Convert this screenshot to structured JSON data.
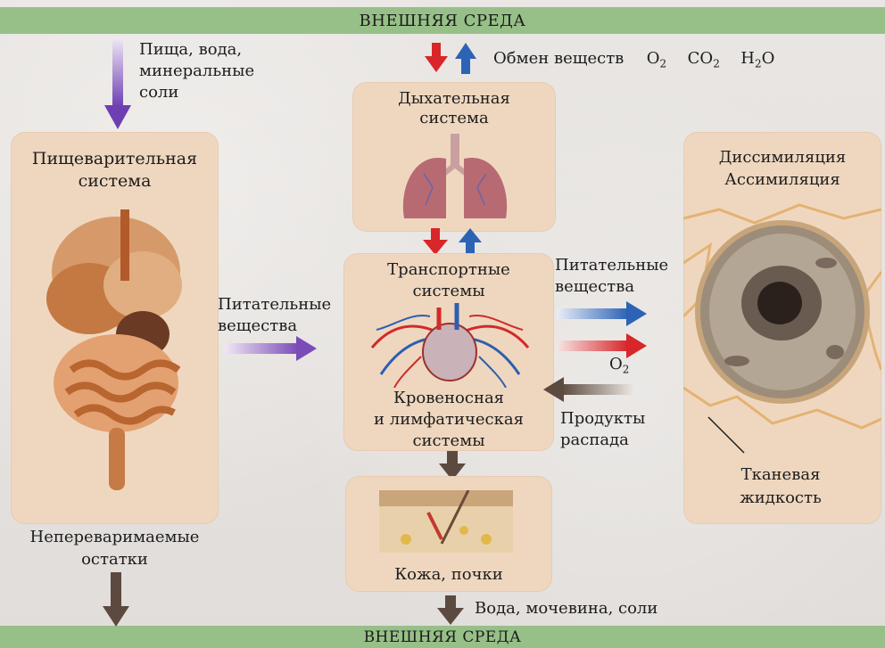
{
  "bands": {
    "top": "ВНЕШНЯЯ СРЕДА",
    "bottom": "ВНЕШНЯЯ СРЕДА"
  },
  "inputs": {
    "food_line1": "Пища, вода,",
    "food_line2": "минеральные",
    "food_line3": "соли"
  },
  "metabolism": {
    "label": "Обмен веществ",
    "o2_base": "O",
    "o2_sub": "2",
    "co2_base": "CO",
    "co2_sub": "2",
    "h2o_h": "H",
    "h2o_sub": "2",
    "h2o_o": "O"
  },
  "digestive": {
    "title_line1": "Пищеварительная",
    "title_line2": "система"
  },
  "respiratory": {
    "title_line1": "Дыхательная",
    "title_line2": "система"
  },
  "transport": {
    "title_line1": "Транспортные",
    "title_line2": "системы",
    "sub_line1": "Кровеносная",
    "sub_line2": "и лимфатическая",
    "sub_line3": "системы"
  },
  "cell": {
    "title_line1": "Диссимиляция",
    "title_line2": "Ассимиляция",
    "fluid_line1": "Тканевая",
    "fluid_line2": "жидкость"
  },
  "flows": {
    "nutrients_left_line1": "Питательные",
    "nutrients_left_line2": "вещества",
    "nutrients_right_line1": "Питательные",
    "nutrients_right_line2": "вещества",
    "o2_base": "O",
    "o2_sub": "2",
    "products_line1": "Продукты",
    "products_line2": "распада"
  },
  "skin": {
    "label": "Кожа, почки"
  },
  "undigested": {
    "line1": "Непереваримаемые",
    "line2": "остатки"
  },
  "excretion": {
    "label": "Вода, мочевина, соли"
  },
  "colors": {
    "band": "#97c088",
    "panel": "#efd7bf",
    "arrow_red": "#d8262a",
    "arrow_blue": "#2c63b4",
    "arrow_purple": "#7b4fb8",
    "arrow_brown": "#5c4a40"
  }
}
